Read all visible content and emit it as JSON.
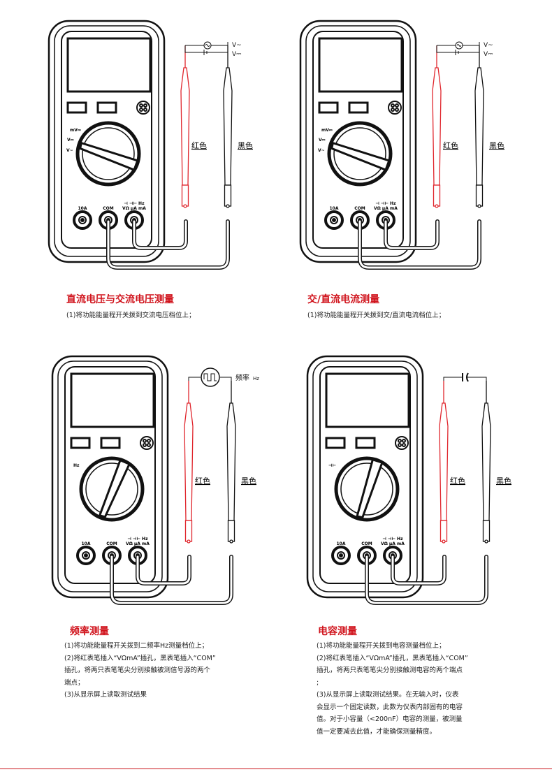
{
  "panels": [
    {
      "source": "ac",
      "knob_angle": 12,
      "dial_marks": [
        "mV⎓",
        "V⎓",
        "V~"
      ],
      "source_labels": [
        "V~",
        "V⎓"
      ],
      "red_label": "红色",
      "black_label": "黑色",
      "jack_labels": [
        "10A",
        "COM",
        "⊣ ⊣⊢ Hz",
        "VΩ µA mA"
      ]
    },
    {
      "source": "ac",
      "knob_angle": 12,
      "dial_marks": [
        "mV⎓",
        "V⎓",
        "V~"
      ],
      "source_labels": [
        "V~",
        "V⎓"
      ],
      "red_label": "红色",
      "black_label": "黑色",
      "jack_labels": [
        "10A",
        "COM",
        "⊣ ⊣⊢ Hz",
        "VΩ µA mA"
      ]
    },
    {
      "source": "hz",
      "knob_angle": -75,
      "dial_marks": [
        "Hz",
        "",
        ""
      ],
      "source_labels": [
        "频率",
        "Hz"
      ],
      "red_label": "红色",
      "black_label": "黑色",
      "jack_labels": [
        "10A",
        "COM",
        "⊣ ⊣⊢ Hz",
        "VΩ µA mA"
      ]
    },
    {
      "source": "cap",
      "knob_angle": -80,
      "dial_marks": [
        "⊣⊢",
        "",
        ""
      ],
      "source_labels": [
        "",
        ""
      ],
      "red_label": "红色",
      "black_label": "黑色",
      "jack_labels": [
        "10A",
        "COM",
        "⊣ ⊣⊢ Hz",
        "VΩ µA mA"
      ]
    }
  ],
  "sections": [
    {
      "title": "直流电压与交流电压测量",
      "lines": [
        "(1)将功能能量程开关拨到交流电压档位上；"
      ]
    },
    {
      "title": "交/直流电流测量",
      "lines": [
        "(1)将功能能量程开关拨到交/直流电流档位上；"
      ]
    },
    {
      "title": "频率测量",
      "lines": [
        "(1)将功能能量程开关拨到二频率Hz测量档位上；",
        "(2)将红表笔插入“VΩmA”插孔，黑表笔插入“COM”",
        "插孔，将两只表笔笔尖分别接触被测信号源的两个",
        "端点；",
        "(3)从显示屏上读取测试结果"
      ]
    },
    {
      "title": "电容测量",
      "lines": [
        "(1)将功能能量程开关拨到电容测量档位上；",
        "(2)将红表笔插入“VΩmA”插孔，黑表笔插入“COM”",
        "插孔，将两只表笔笔尖分别接触测电容的两个端点",
        ";",
        "(3)从显示屏上读取测试结果。在无输入时，仪表",
        "会显示一个固定读数，此数为仪表内部固有的电容",
        "值。对于小容量（<200nF）电容的测量，被测量",
        "值一定要减去此值，才能确保测量精度。"
      ]
    }
  ],
  "colors": {
    "accent": "#d0121b",
    "probe_red": "#e0262d"
  }
}
